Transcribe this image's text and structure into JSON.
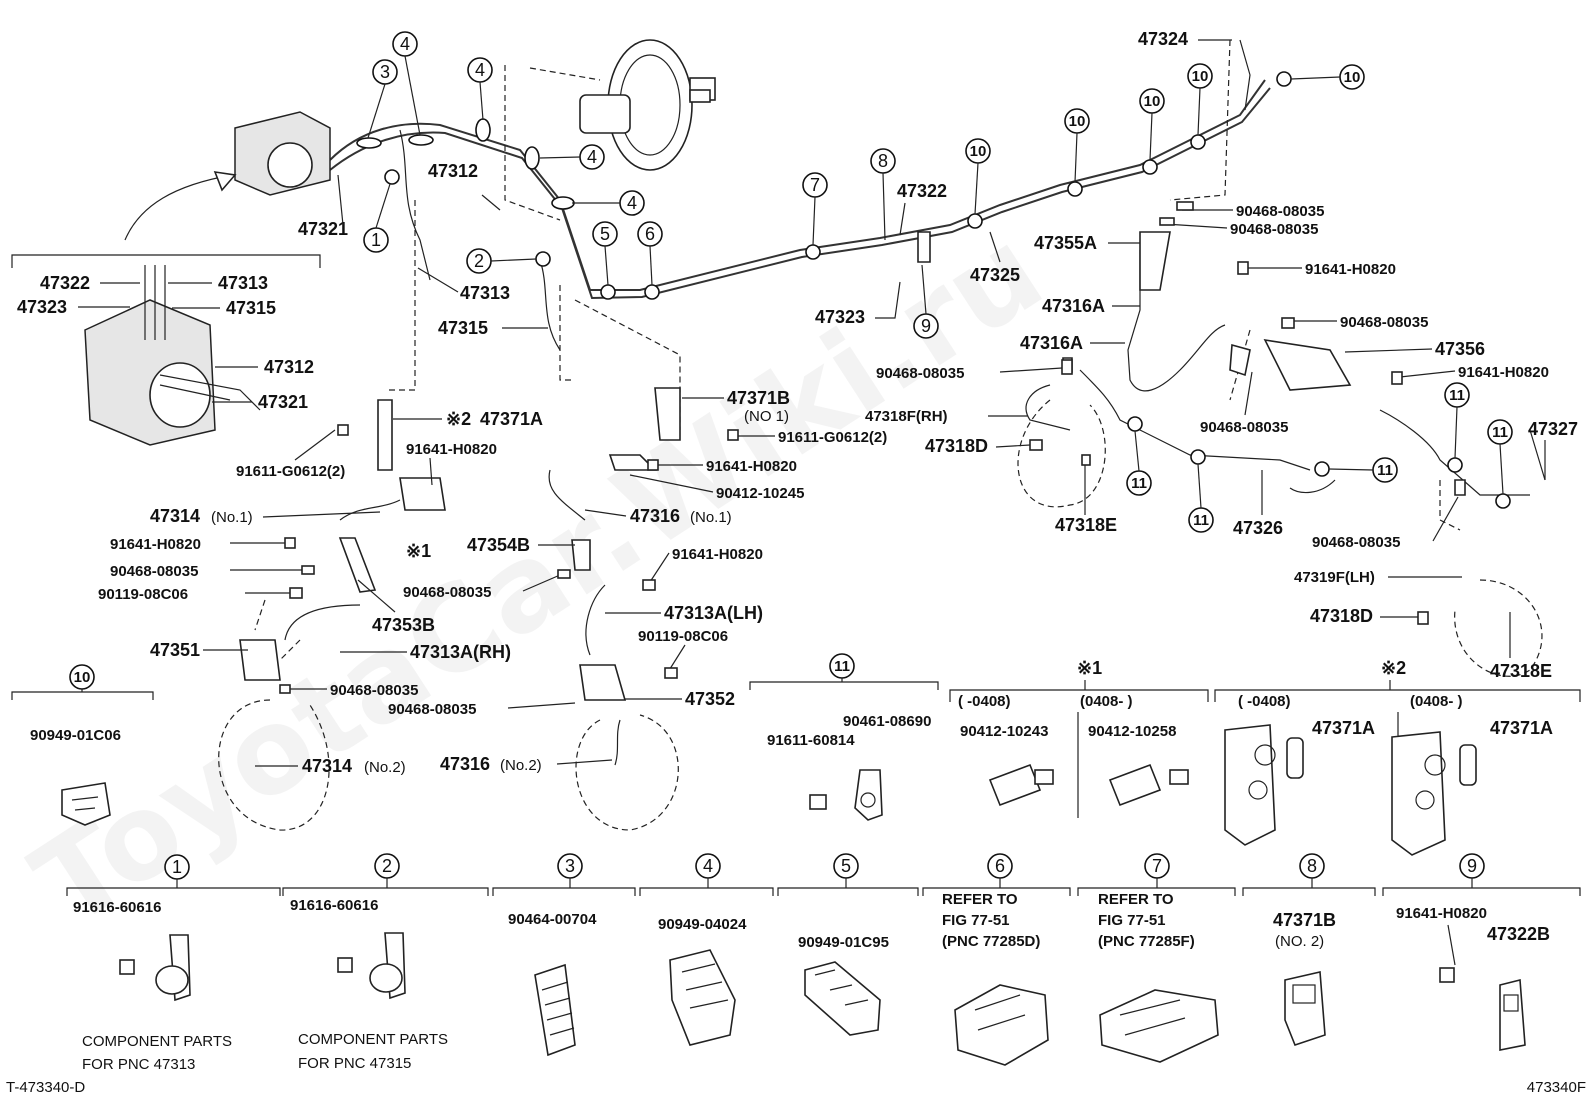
{
  "watermark": "ToyotaCar.Wiki.ru",
  "footer": {
    "left_code": "T-473340-D",
    "right_code": "473340F"
  },
  "labels": {
    "l47324": "47324",
    "l47312_top": "47312",
    "l47321_top": "47321",
    "l47313_mid": "47313",
    "l47315_mid": "47315",
    "l47322_top": "47322",
    "l47325": "47325",
    "l47323_mid": "47323",
    "l47355A": "47355A",
    "l47316A_1": "47316A",
    "l47316A_2": "47316A",
    "l47356": "47356",
    "l47318F": "47318F(RH)",
    "l47318D_r": "47318D",
    "l47318E_r": "47318E",
    "l47326": "47326",
    "l47327": "47327",
    "l47319F": "47319F(LH)",
    "l47318D_l": "47318D",
    "l47318E_l": "47318E",
    "l47322_inset": "47322",
    "l47323_inset": "47323",
    "l47313_inset": "47313",
    "l47315_inset": "47315",
    "l47312_inset": "47312",
    "l47321_inset": "47321",
    "l47371A": "47371A",
    "mark_2": "※2",
    "l47371B": "47371B",
    "l47371B_sub": "(NO 1)",
    "l47314_1": "47314",
    "l47314_1_sub": "(No.1)",
    "mark_1": "※1",
    "l47353B": "47353B",
    "l47351": "47351",
    "l47313A_RH": "47313A(RH)",
    "l47314_2": "47314",
    "l47314_2_sub": "(No.2)",
    "l47316_1": "47316",
    "l47316_1_sub": "(No.1)",
    "l47354B": "47354B",
    "l47313A_LH": "47313A(LH)",
    "l47352": "47352",
    "l47316_2": "47316",
    "l47316_2_sub": "(No.2)"
  },
  "part_numbers": {
    "p90468_a": "90468-08035",
    "p90468_b": "90468-08035",
    "p91641_a": "91641-H0820",
    "p90468_c": "90468-08035",
    "p91641_b": "91641-H0820",
    "p90468_d": "90468-08035",
    "p90468_e": "90468-08035",
    "p90468_f": "90468-08035",
    "p91611_a": "91611-G0612(2)",
    "p91641_c": "91641-H0820",
    "p91611_b": "91611-G0612(2)",
    "p91641_d": "91641-H0820",
    "p90412_a": "90412-10245",
    "p91641_e": "91641-H0820",
    "p90468_g": "90468-08035",
    "p90119_a": "90119-08C06",
    "p90468_h": "90468-08035",
    "p91641_f": "91641-H0820",
    "p90468_i": "90468-08035",
    "p90119_b": "90119-08C06",
    "p90468_j": "90468-08035"
  },
  "callout_numbers": {
    "n1": "1",
    "n2": "2",
    "n3": "3",
    "n4": "4",
    "n5": "5",
    "n6": "6",
    "n7": "7",
    "n8": "8",
    "n9": "9",
    "n10": "10",
    "n11": "11"
  },
  "detail_panels": {
    "d10": {
      "part": "90949-01C06"
    },
    "d11": {
      "part_a": "90461-08690",
      "part_b": "91611-60814"
    },
    "x1": {
      "mark": "※1",
      "range_a": "(  -0408)",
      "range_b": "(0408-    )",
      "part_a": "90412-10243",
      "part_b": "90412-10258"
    },
    "x2": {
      "mark": "※2",
      "range_a": "(  -0408)",
      "range_b": "(0408-    )",
      "part_a": "47371A",
      "part_b": "47371A"
    },
    "d1": {
      "part": "91616-60616",
      "note_1": "COMPONENT PARTS",
      "note_2": "FOR PNC 47313"
    },
    "d2": {
      "part": "91616-60616",
      "note_1": "COMPONENT PARTS",
      "note_2": "FOR PNC 47315"
    },
    "d3": {
      "part": "90464-00704"
    },
    "d4": {
      "part": "90949-04024"
    },
    "d5": {
      "part": "90949-01C95"
    },
    "d6": {
      "ref_1": "REFER TO",
      "ref_2": "FIG 77-51",
      "ref_3": "(PNC 77285D)"
    },
    "d7": {
      "ref_1": "REFER TO",
      "ref_2": "FIG 77-51",
      "ref_3": "(PNC 77285F)"
    },
    "d8": {
      "part": "47371B",
      "sub": "(NO. 2)"
    },
    "d9": {
      "part_a": "91641-H0820",
      "part_b": "47322B"
    }
  }
}
